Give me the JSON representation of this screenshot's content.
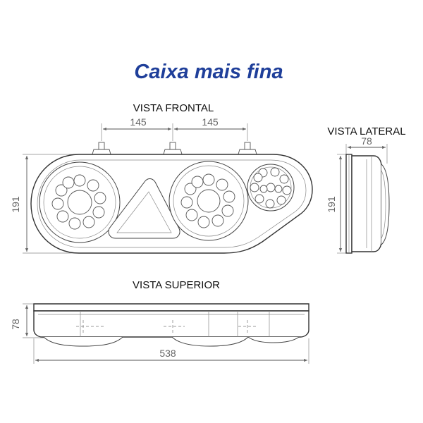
{
  "title": "Caixa mais fina",
  "views": {
    "front": "VISTA FRONTAL",
    "side": "VISTA LATERAL",
    "top": "VISTA SUPERIOR"
  },
  "dimensions": {
    "mount_spacing_left": "145",
    "mount_spacing_right": "145",
    "front_height": "191",
    "side_depth": "78",
    "side_height": "191",
    "top_depth": "78",
    "overall_length": "538"
  }
}
